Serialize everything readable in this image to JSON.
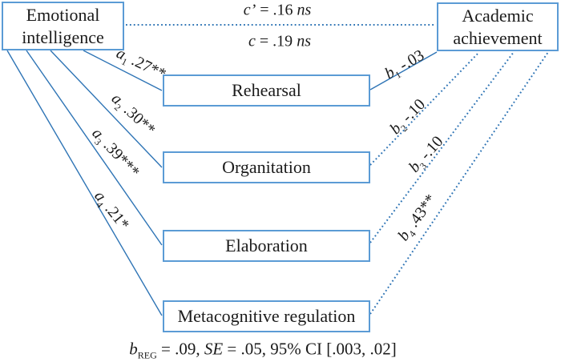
{
  "colors": {
    "box_border": "#5b9bd5",
    "line": "#2e74b5",
    "text": "#1b1b1b",
    "bg": "#ffffff"
  },
  "nodes": {
    "predictor": {
      "label": "Emotional intelligence"
    },
    "outcome": {
      "label": "Academic achievement"
    },
    "mediators": [
      {
        "label": "Rehearsal"
      },
      {
        "label": "Organitation"
      },
      {
        "label": "Elaboration"
      },
      {
        "label": "Metacognitive regulation"
      }
    ]
  },
  "paths": {
    "direct": {
      "symbol": "c’",
      "eq": " = .16 ",
      "suffix": "ns"
    },
    "total": {
      "symbol": "c",
      "eq": " = .19 ",
      "suffix": "ns"
    },
    "a": [
      {
        "symbol": "a",
        "sub": "1",
        "value": " .27**"
      },
      {
        "symbol": "a",
        "sub": "2",
        "value": " .30**"
      },
      {
        "symbol": "a",
        "sub": "3",
        "value": " .39***"
      },
      {
        "symbol": "a",
        "sub": "4",
        "value": " .21*"
      }
    ],
    "b": [
      {
        "symbol": "b",
        "sub": "1",
        "value": " -.03"
      },
      {
        "symbol": "b",
        "sub": "2",
        "value": " -.10"
      },
      {
        "symbol": "b",
        "sub": "3",
        "value": " -.10"
      },
      {
        "symbol": "b",
        "sub": "4",
        "value": " .43**"
      }
    ]
  },
  "note": {
    "symbol": "b",
    "sub": "REG",
    "mid": " = .09, ",
    "se": "SE",
    "rest": " = .05, 95% CI [.003, .02]"
  }
}
